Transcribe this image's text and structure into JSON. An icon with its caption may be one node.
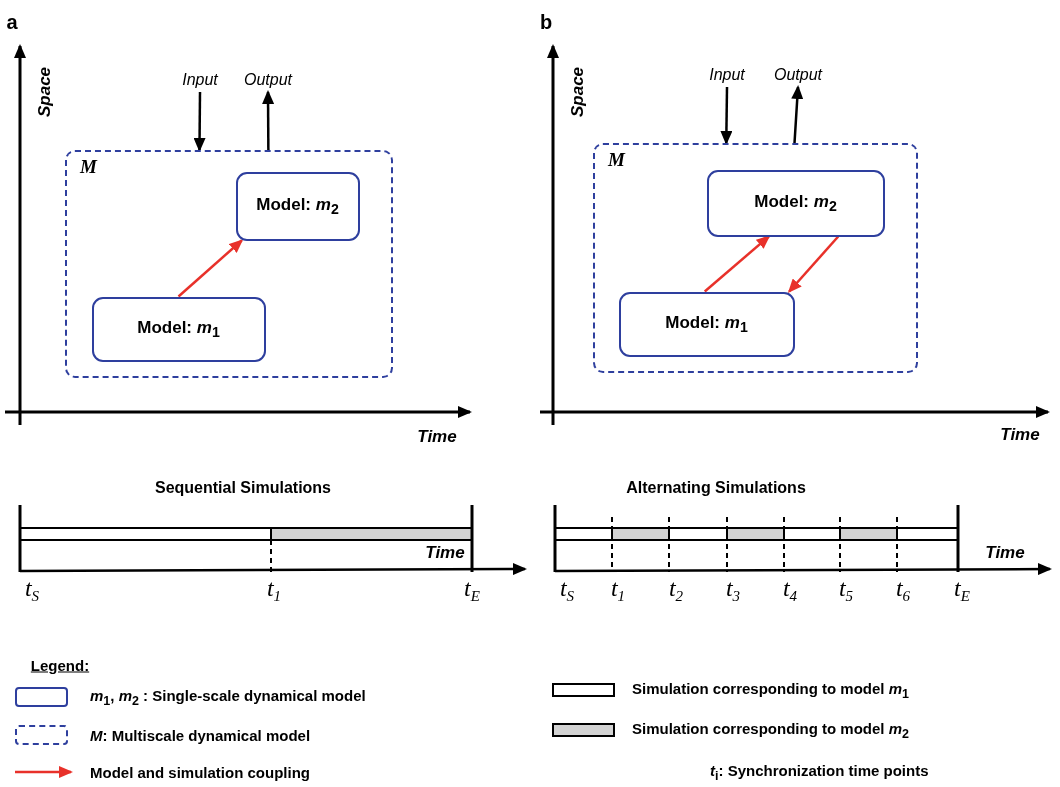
{
  "diagram": {
    "nodes": [
      {
        "text": [
          "M"
        ]
      },
      {
        "text": [
          "Model: *m*$_{1}$"
        ],
        "in": 0
      },
      {
        "text": [
          "Model: *m*$_{2}$"
        ],
        "in": 0
      },
      {
        "text": [
          "Input"
        ]
      },
      {
        "text": [
          "Output"
        ]
      },
      {
        "text": [
          "M"
        ]
      },
      {
        "text": [
          "Model: *m*$_{1}$"
        ],
        "in": 5
      },
      {
        "text": [
          "Model: *m*$_{2}$"
        ],
        "in": 5
      },
      {
        "text": [
          "Input"
        ]
      },
      {
        "text": [
          "Output"
        ]
      }
    ],
    "edges": [
      {
        "from": 3,
        "to": 0,
        "arrow": "to"
      },
      {
        "from": 0,
        "to": 4,
        "arrow": "to"
      },
      {
        "from": 1,
        "to": 2,
        "arrow": "to",
        "color": "#e8312a"
      },
      {
        "from": 8,
        "to": 5,
        "arrow": "to"
      },
      {
        "from": 5,
        "to": 9,
        "arrow": "to"
      },
      {
        "from": 6,
        "to": 7,
        "arrow": "to",
        "color": "#e8312a"
      },
      {
        "from": 7,
        "to": 6,
        "arrow": "to",
        "color": "#e8312a"
      }
    ],
    "labels": [
      "a",
      "b",
      "Space",
      "Time",
      "Space",
      "Time",
      "Sequential Simulations",
      "Time",
      "t$_{S}$",
      "t$_{1}$",
      "t$_{E}$",
      "Alternating Simulations",
      "Time",
      "t$_{S}$",
      "t$_{1}$",
      "t$_{2}$",
      "t$_{3}$",
      "t$_{4}$",
      "t$_{5}$",
      "t$_{6}$",
      "t$_{E}$",
      "Legend:"
    ],
    "legend": [
      {
        "text": "*m*$_{1}$, *m*$_{2}$ : Single-scale dynamical model"
      },
      {
        "text": "*M*: Multiscale dynamical model"
      },
      {
        "text": "Model and simulation coupling"
      },
      {
        "text": "Simulation corresponding to model *m*$_{1}$",
        "color": "#ffffff"
      },
      {
        "text": "Simulation corresponding to model *m*$_{2}$",
        "color": "#d3d3d3"
      },
      {
        "text": "*t*$_{i}$: Synchronization time points"
      }
    ]
  }
}
